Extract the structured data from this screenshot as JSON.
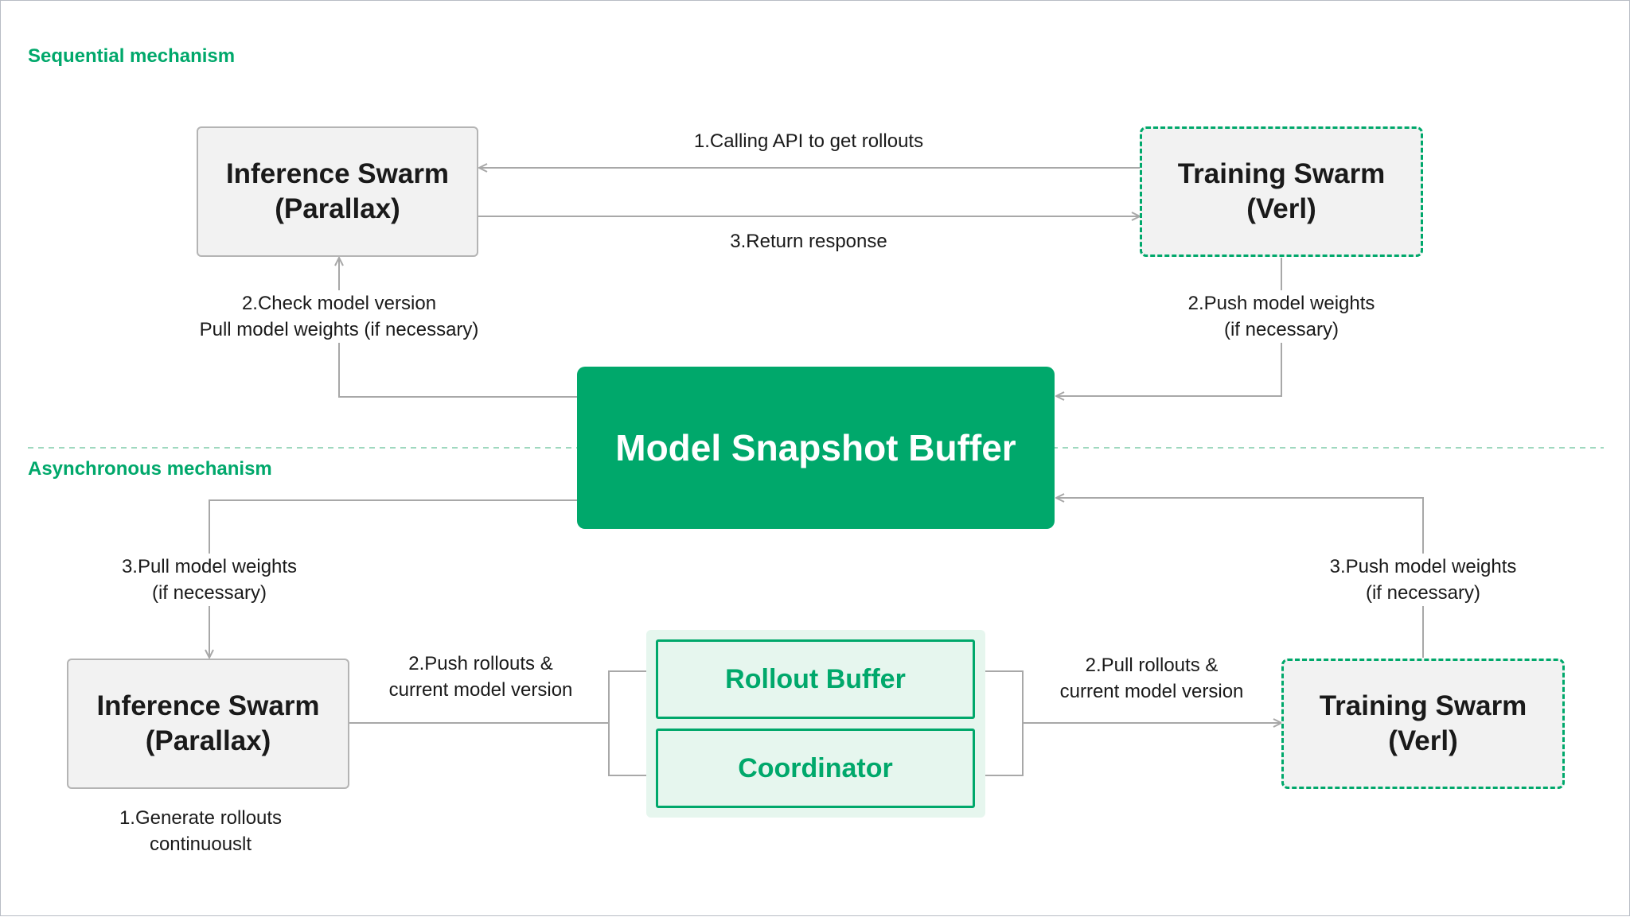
{
  "sequential": {
    "title": "Sequential mechanism",
    "inference": {
      "line1": "Inference Swarm",
      "line2": "(Parallax)"
    },
    "training": {
      "line1": "Training Swarm",
      "line2": "(Verl)"
    },
    "call_api": "1.Calling API to get rollouts",
    "return_response": "3.Return response",
    "check_version": {
      "line1": "2.Check model version",
      "line2": "Pull model weights (if necessary)"
    },
    "push_weights": {
      "line1": "2.Push model weights",
      "line2": "(if necessary)"
    }
  },
  "snapshot": {
    "label": "Model Snapshot Buffer"
  },
  "asynchronous": {
    "title": "Asynchronous mechanism",
    "inference": {
      "line1": "Inference Swarm",
      "line2": "(Parallax)"
    },
    "training": {
      "line1": "Training Swarm",
      "line2": "(Verl)"
    },
    "pull_weights": {
      "line1": "3.Pull model weights",
      "line2": "(if necessary)"
    },
    "push_weights": {
      "line1": "3.Push model weights",
      "line2": "(if necessary)"
    },
    "push_rollouts": {
      "line1": "2.Push rollouts &",
      "line2": "current model version"
    },
    "pull_rollouts": {
      "line1": "2.Pull rollouts &",
      "line2": "current model version"
    },
    "generate": {
      "line1": "1.Generate rollouts",
      "line2": "continuouslt"
    },
    "rollout_buffer": "Rollout Buffer",
    "coordinator": "Coordinator"
  },
  "colors": {
    "accent": "#00a86b",
    "accent_light": "#e6f6ee",
    "box_fill": "#f2f2f2",
    "box_border": "#b4b4b4",
    "wire": "#a8a8a8"
  }
}
